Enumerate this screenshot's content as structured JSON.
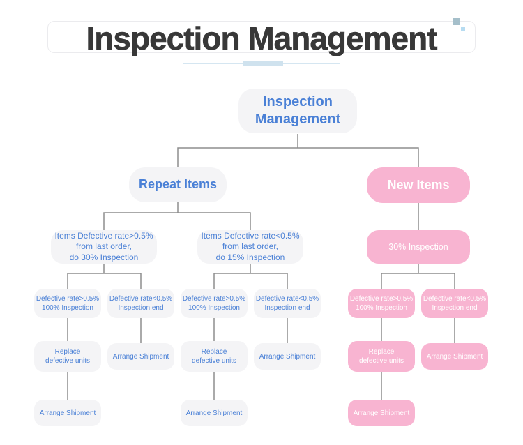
{
  "header": {
    "title": "Inspection Management"
  },
  "colors": {
    "blue_text": "#4a80d6",
    "gray_node_bg": "#f4f4f6",
    "pink_node_bg": "#f8b4d1",
    "connector_line": "#8d8d8d",
    "underline": "#d5e6f1",
    "title_text": "#383838",
    "decor_square_large": "#a5bfca",
    "decor_square_small": "#b7dcf1"
  },
  "tree": {
    "root": "Inspection\nManagement",
    "repeat": {
      "label": "Repeat Items",
      "high": {
        "label": "Items Defective rate>0.5%\nfrom last order,\ndo 30% Inspection",
        "defect_high": "Defective rate>0.5%\n100% Inspection",
        "defect_low": "Defective rate<0.5%\nInspection end",
        "replace": "Replace\ndefective units",
        "ship_after_end": "Arrange Shipment",
        "ship_after_replace": "Arrange Shipment"
      },
      "low": {
        "label": "Items Defective rate<0.5%\nfrom last order,\ndo 15% Inspection",
        "defect_high": "Defective rate>0.5%\n100% Inspection",
        "defect_low": "Defective rate<0.5%\nInspection end",
        "replace": "Replace\ndefective units",
        "ship_after_end": "Arrange Shipment",
        "ship_after_replace": "Arrange Shipment"
      }
    },
    "new_items": {
      "label": "New Items",
      "inspection": "30% Inspection",
      "defect_high": "Defective rate>0.5%\n100% Inspection",
      "defect_low": "Defective rate<0.5%\nInspection end",
      "replace": "Replace\ndefective units",
      "ship_after_end": "Arrange Shipment",
      "ship_after_replace": "Arrange Shipment"
    }
  }
}
